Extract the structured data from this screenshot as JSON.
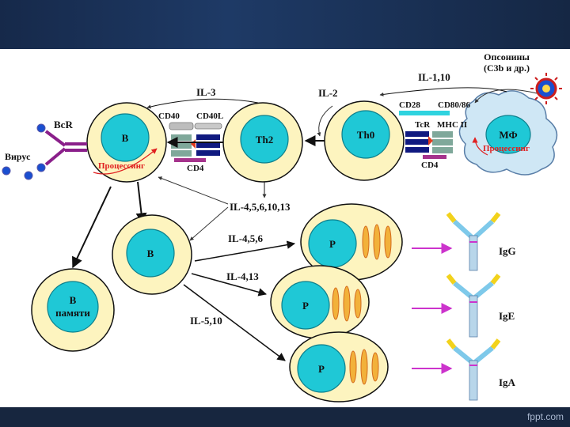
{
  "labels": {
    "opsoniny_1": "Опсонины",
    "opsoniny_2": "(C3b и др.)",
    "il_1_10": "IL-1,10",
    "il_2": "IL-2",
    "il_3": "IL-3",
    "cd28": "CD28",
    "cd80_86": "CD80/86",
    "tcr": "TcR",
    "mhc_ii": "MHC II",
    "cd4_right": "CD4",
    "cd4_left": "CD4",
    "cd40": "CD40",
    "cd40l": "CD40L",
    "bcr": "BcR",
    "virus": "Вирус",
    "processing_left": "Процессинг",
    "processing_right": "Процессинг",
    "mf": "МФ",
    "th0": "Th0",
    "th2": "Th2",
    "b_top": "B",
    "b_mid": "B",
    "b_mem_1": "B",
    "b_mem_2": "памяти",
    "il_4_5_6_10_13": "IL-4,5,6,10,13",
    "il_4_5_6": "IL-4,5,6",
    "il_4_13": "IL-4,13",
    "il_5_10": "IL-5,10",
    "p1": "P",
    "p2": "P",
    "p3": "P",
    "igg": "IgG",
    "ige": "IgE",
    "iga": "IgA"
  },
  "colors": {
    "cell_fill": "#fdf4bf",
    "nucleus_fill": "#1fc8d6",
    "arrow_magenta": "#cc33cc",
    "processing_red": "#e02020",
    "macrophage_fill": "#cfe7f5"
  },
  "footer": {
    "watermark": "fppt.com"
  }
}
